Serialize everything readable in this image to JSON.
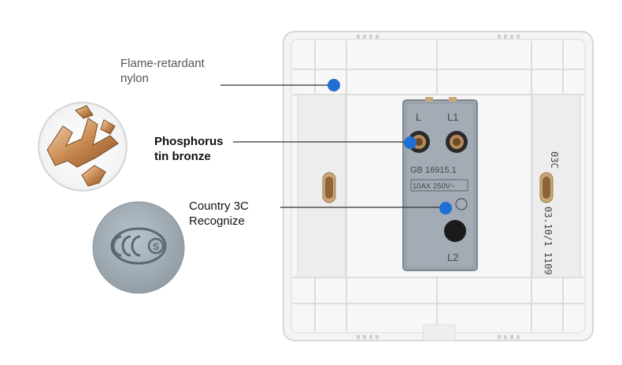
{
  "callouts": {
    "material": {
      "line1": "Flame-retardant",
      "line2": "nylon"
    },
    "contact": {
      "line1": "Phosphorus",
      "line2": "tin bronze"
    },
    "cert": {
      "line1": "Country 3C",
      "line2": "Recognize"
    }
  },
  "module": {
    "terminal_left": "L",
    "terminal_right": "L1",
    "terminal_bottom": "L2",
    "standard": "GB 16915.1",
    "rating": "10AX 250V~"
  },
  "plate_marks": {
    "side_code": "03C",
    "date_stamp": "03.10/1 1109"
  },
  "ccc_logo": "CCC S",
  "colors": {
    "plate": "#f4f4f4",
    "module": "#9aa3ab",
    "marker": "#1f6fd6",
    "ccc_disc": "#a9b3bb"
  }
}
